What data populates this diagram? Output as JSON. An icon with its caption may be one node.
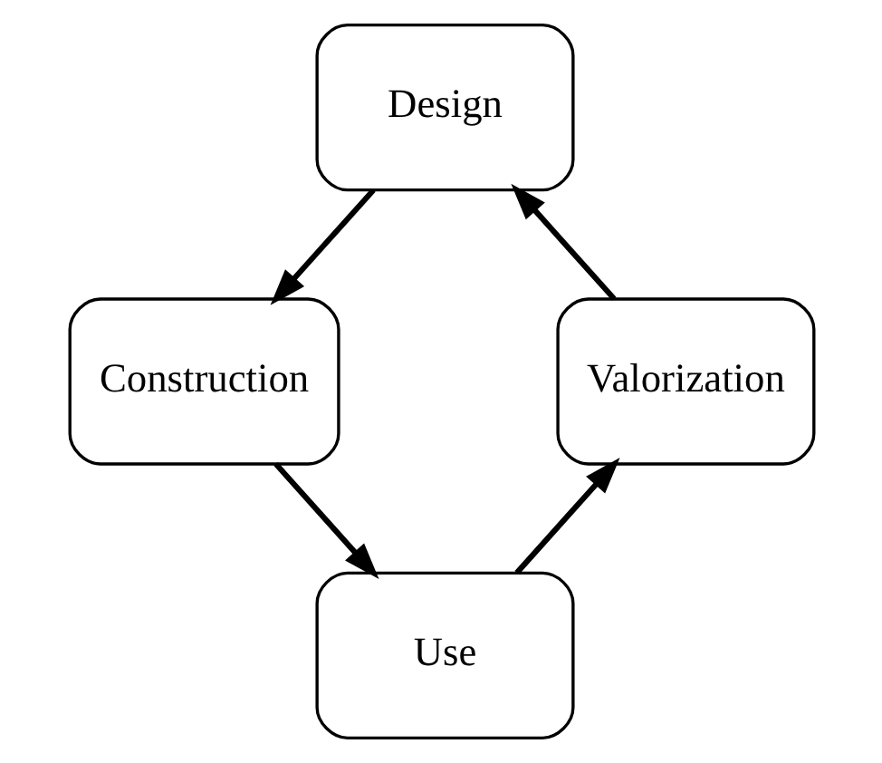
{
  "diagram": {
    "nodes": [
      {
        "text": [
          "Design"
        ]
      },
      {
        "text": [
          "Construction"
        ]
      },
      {
        "text": [
          "Use"
        ]
      },
      {
        "text": [
          "Valorization"
        ]
      }
    ],
    "edges": [
      {
        "from": 0,
        "to": 1,
        "arrow": "to"
      },
      {
        "from": 1,
        "to": 2,
        "arrow": "to"
      },
      {
        "from": 2,
        "to": 3,
        "arrow": "to"
      },
      {
        "from": 3,
        "to": 0,
        "arrow": "to"
      }
    ]
  }
}
